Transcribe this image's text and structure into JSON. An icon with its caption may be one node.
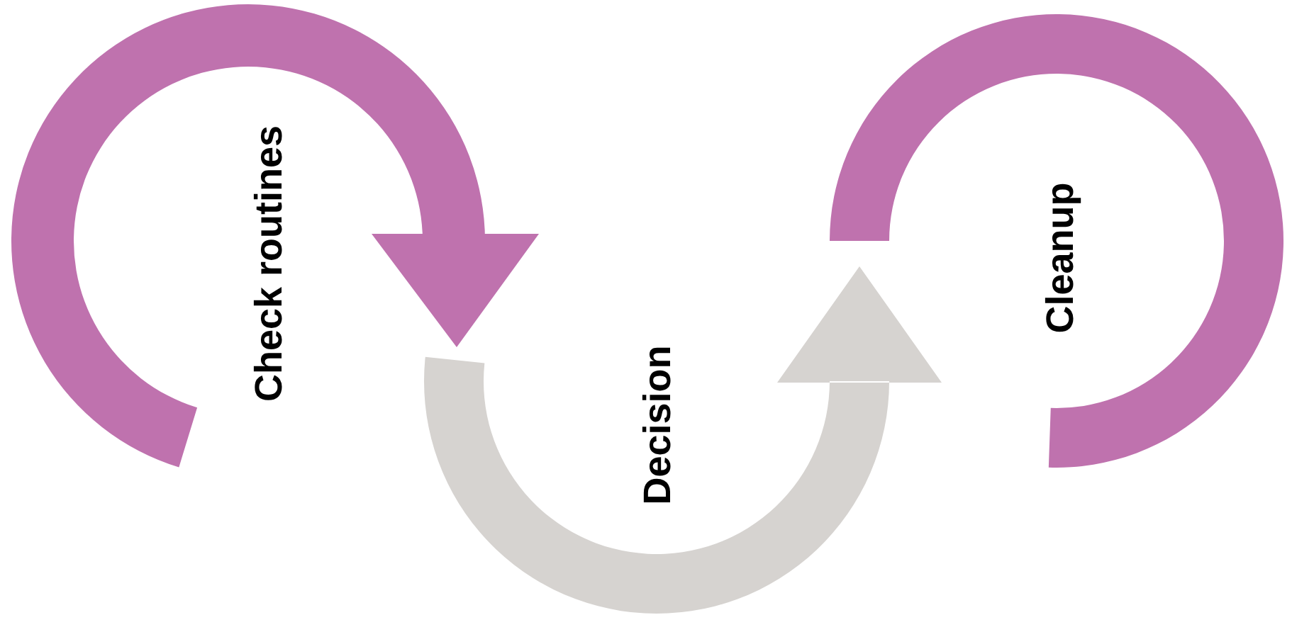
{
  "diagram": {
    "nodes": [
      {
        "text": [
          "Check routines"
        ]
      },
      {
        "text": [
          "Cleanup"
        ]
      }
    ],
    "edges": [
      {
        "from": 0,
        "to": 1,
        "arrow": "to",
        "label": "Decision"
      }
    ]
  }
}
